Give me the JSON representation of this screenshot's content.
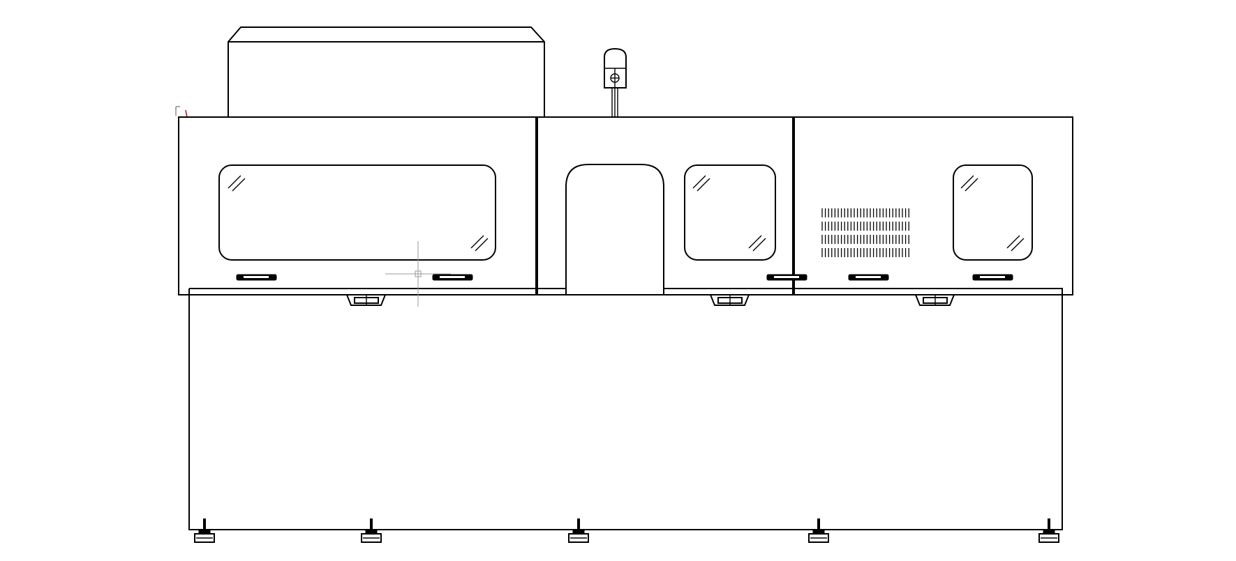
{
  "drawing": {
    "view": "front elevation",
    "background_color": "#ffffff",
    "line_color": "#000000",
    "cursor_color": "#9a9a9a",
    "ucs_marker_color": "#cc0000",
    "upper_modules": 3,
    "windows": 4,
    "handles": 5,
    "leveling_feet": 5,
    "casters": 3,
    "vent_rows": 4
  }
}
